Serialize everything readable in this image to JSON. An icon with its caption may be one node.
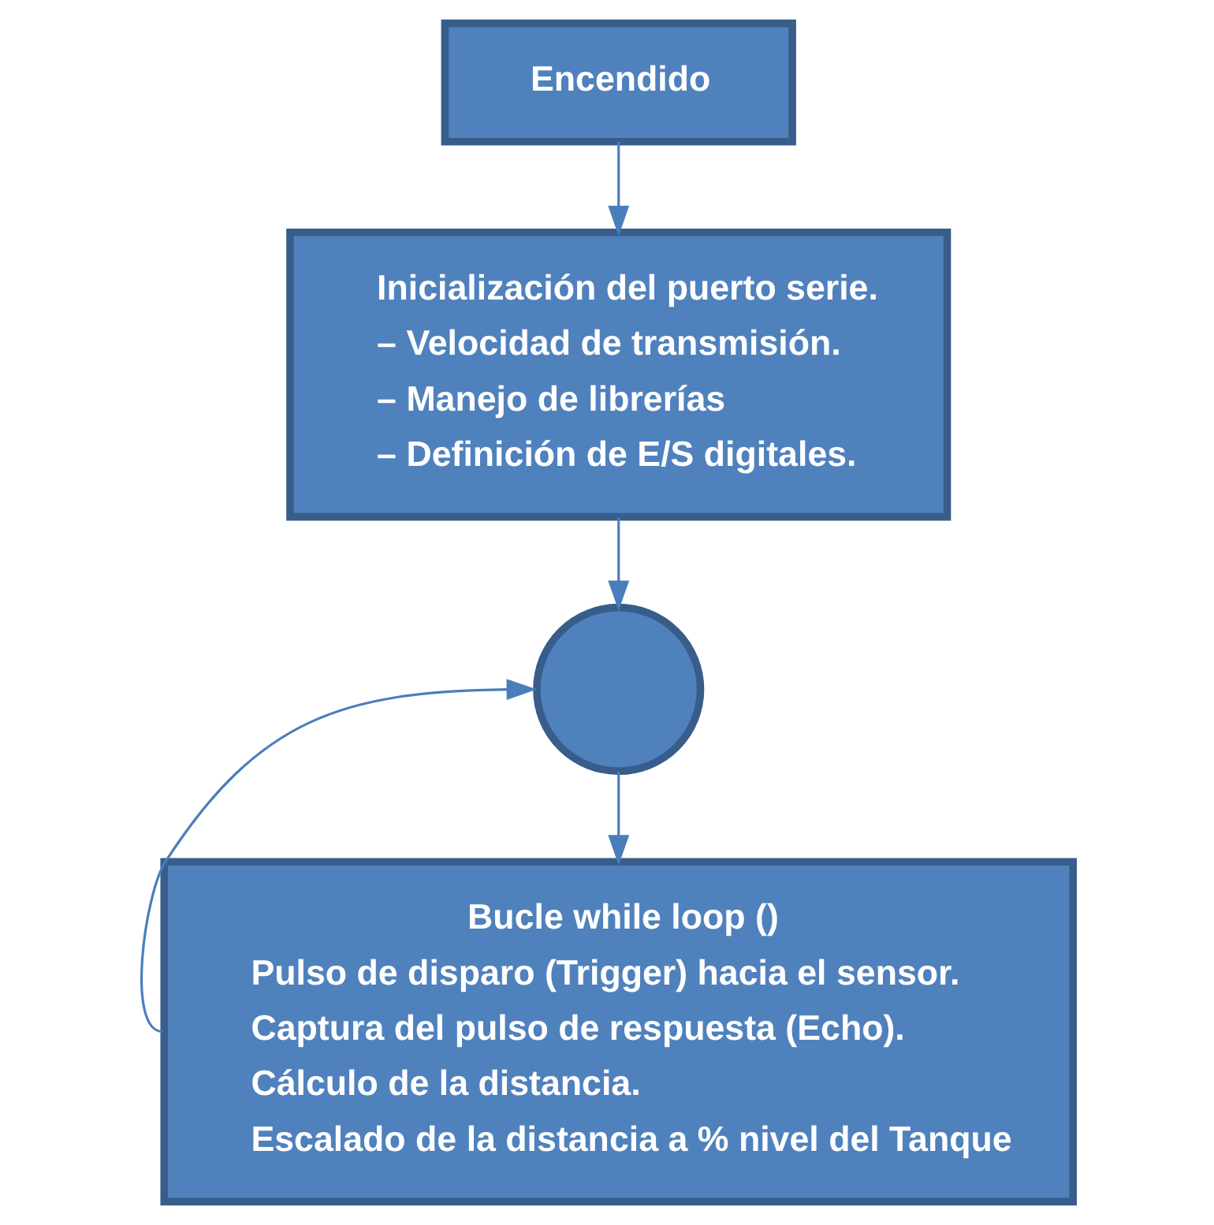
{
  "diagram": {
    "nodes": [
      {
        "text": [
          "Encendido"
        ]
      },
      {
        "text": [
          "Inicialización del puerto serie.",
          "– Velocidad de transmisión.",
          "– Manejo de librerías",
          "– Definición de E/S digitales."
        ]
      },
      {
        "text": [],
        "shape": "circle"
      },
      {
        "text": [
          "Bucle while loop ()",
          "Pulso de disparo (Trigger) hacia el sensor.",
          "Captura del pulso de respuesta (Echo).",
          "Cálculo de la distancia.",
          "Escalado de la distancia a % nivel del Tanque"
        ]
      }
    ],
    "edges": [
      {
        "from": 0,
        "to": 1,
        "arrow": "to"
      },
      {
        "from": 1,
        "to": 2,
        "arrow": "to"
      },
      {
        "from": 2,
        "to": 3,
        "arrow": "to"
      },
      {
        "from": 3,
        "to": 2,
        "arrow": "to"
      }
    ]
  }
}
